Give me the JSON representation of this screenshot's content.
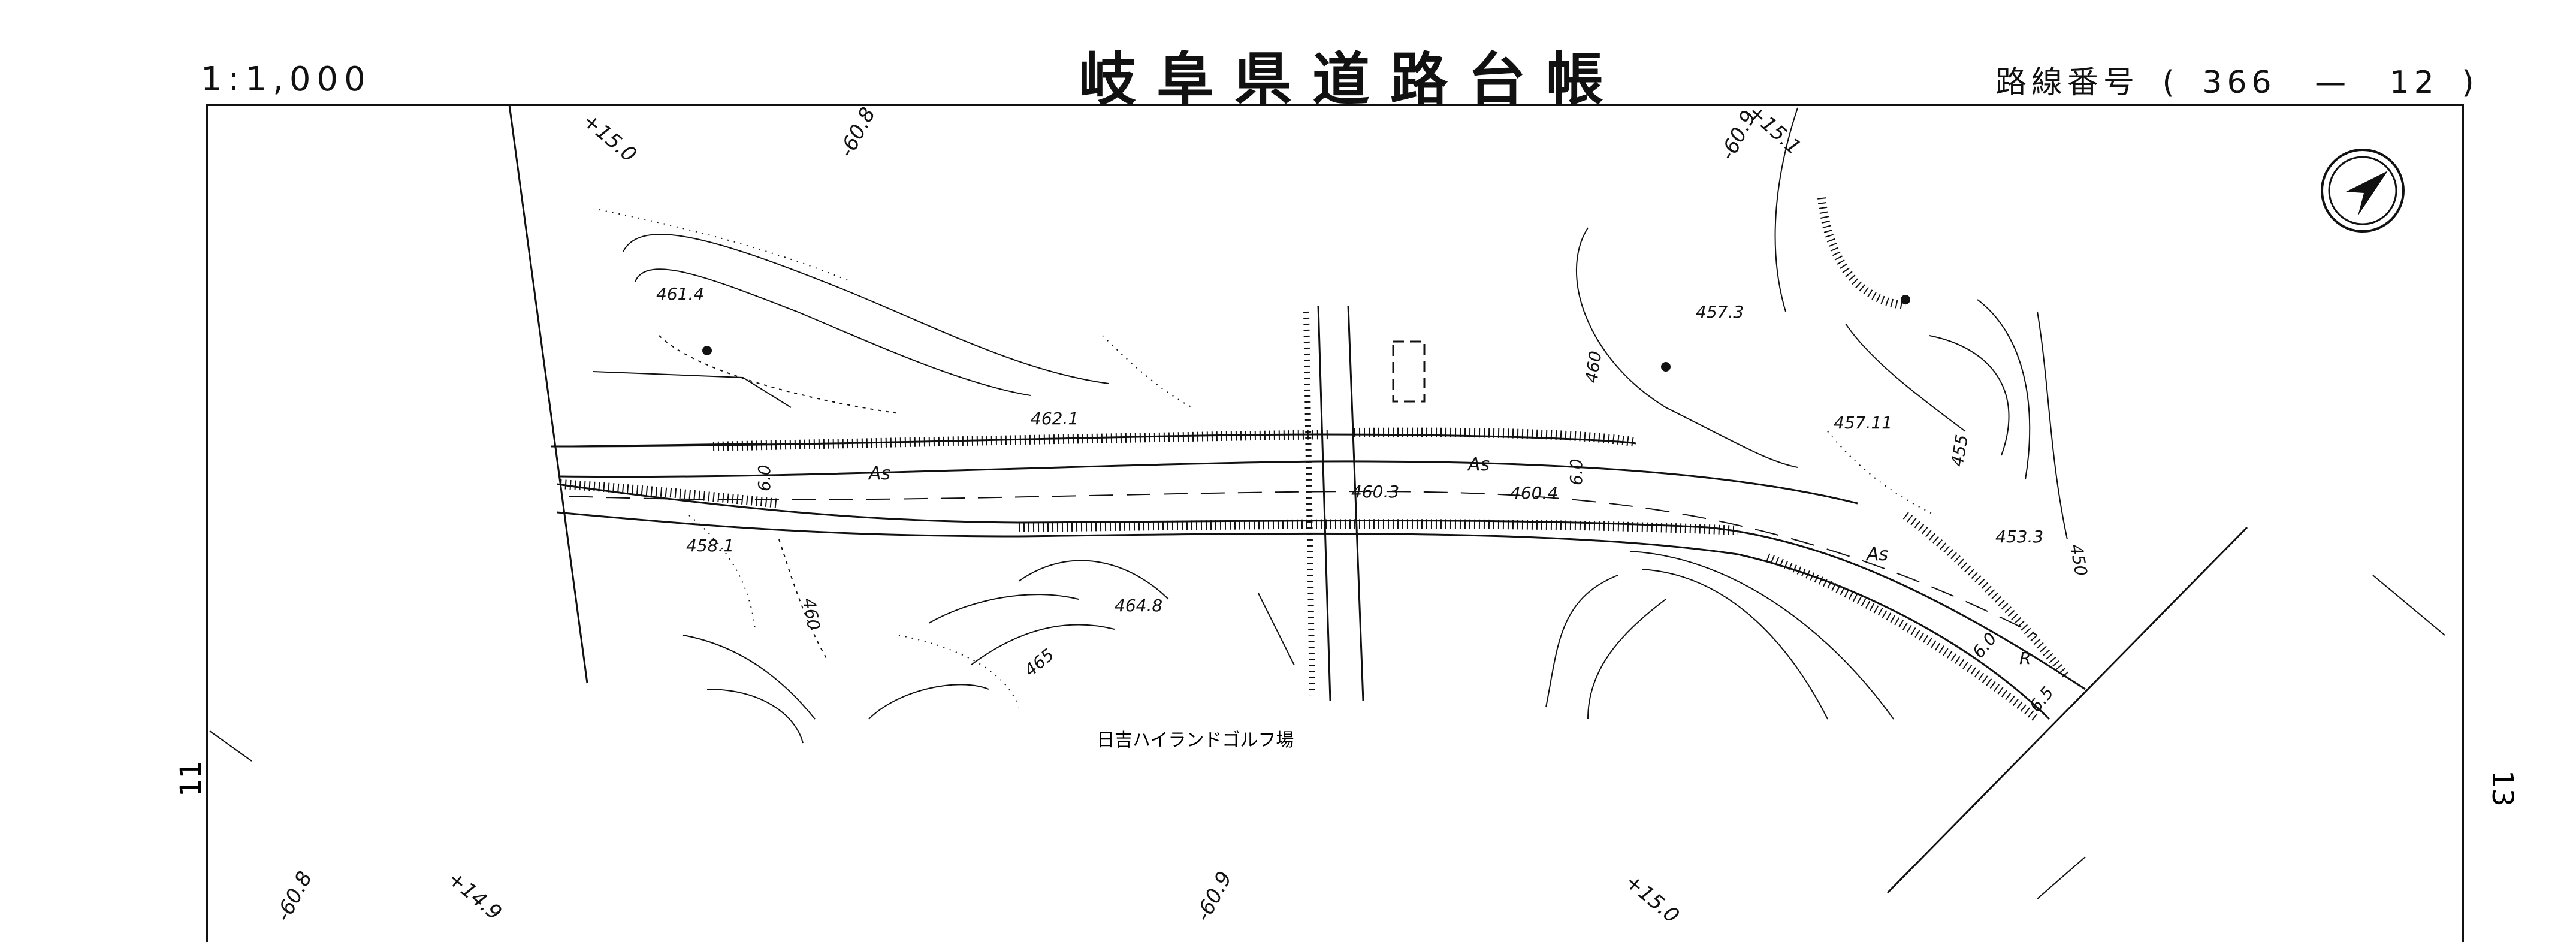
{
  "header": {
    "scale": "1:1,000",
    "title": "岐阜県道路台帳",
    "route_label": "路線番号",
    "route_open": "(",
    "route_number": "366",
    "route_sep": "—",
    "sheet_number": "12",
    "route_close": ")"
  },
  "adjacent_sheets": {
    "left": "11",
    "right": "13"
  },
  "grid_labels": [
    "+15.0",
    "-60.8",
    "-60.9",
    "+15.1",
    "-60.8",
    "+14.9",
    "-60.9",
    "+15.0"
  ],
  "elevations": [
    "461.4",
    "462.1",
    "460.3",
    "460.4",
    "458.1",
    "464.8",
    "457.3",
    "457.11",
    "453.3"
  ],
  "contours": [
    "460",
    "460",
    "465",
    "455",
    "450"
  ],
  "road_labels": [
    "As",
    "As",
    "As"
  ],
  "widths": [
    "6.0",
    "6.0",
    "6.0",
    "6.5"
  ],
  "route_marker": "R",
  "place_name": "日吉ハイランドゴルフ場",
  "colors": {
    "ink": "#111111",
    "paper": "#ffffff"
  }
}
